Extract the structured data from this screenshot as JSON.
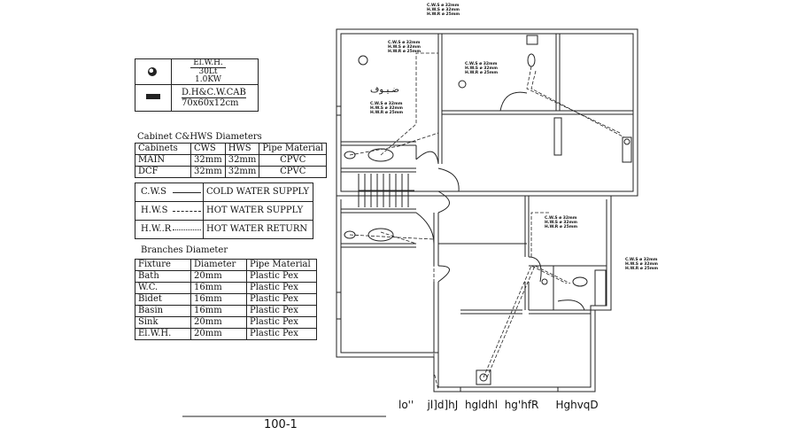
{
  "heater_legend": {
    "rows": [
      {
        "icon": "heater-symbol-icon",
        "lines": [
          "El.W.H.",
          "30Lt",
          "1.0KW"
        ]
      },
      {
        "icon": "cabinet-symbol-icon",
        "lines": [
          "D.H&C.W.CAB",
          "70x60x12cm"
        ]
      }
    ]
  },
  "cabinet_table": {
    "title": "Cabinet C&HWS Diameters",
    "headers": [
      "Cabinets",
      "CWS",
      "HWS",
      "Pipe Material"
    ],
    "rows": [
      [
        "MAIN",
        "32mm",
        "32mm",
        "CPVC"
      ],
      [
        "DCF",
        "32mm",
        "32mm",
        "CPVC"
      ]
    ]
  },
  "line_legend": {
    "rows": [
      {
        "code": "C.W.S",
        "label": "COLD WATER SUPPLY"
      },
      {
        "code": "H.W.S",
        "label": "HOT WATER SUPPLY"
      },
      {
        "code": "H.W..R",
        "label": "HOT WATER RETURN"
      }
    ]
  },
  "branches_table": {
    "title": "Branches Diameter",
    "headers": [
      "Fixture",
      "Diameter",
      "Pipe Material"
    ],
    "rows": [
      [
        "Bath",
        "20mm",
        "Plastic Pex"
      ],
      [
        "W.C.",
        "16mm",
        "Plastic Pex"
      ],
      [
        "Bidet",
        "16mm",
        "Plastic Pex"
      ],
      [
        "Basin",
        "16mm",
        "Plastic Pex"
      ],
      [
        "Sink",
        "20mm",
        "Plastic Pex"
      ],
      [
        "El.W.H.",
        "20mm",
        "Plastic Pex"
      ]
    ]
  },
  "plan": {
    "room_label": "ضـيـوف",
    "pipe_notes": [
      [
        "C.W.S  ø  32mm",
        "H.W.S  ø  32mm",
        "H.W.R  ø  25mm"
      ],
      [
        "C.W.S  ø  32mm",
        "H.W.S  ø  32mm",
        "H.W.R  ø  25mm"
      ],
      [
        "C.W.S  ø  32mm",
        "H.W.S  ø  32mm",
        "H.W.R  ø  25mm"
      ],
      [
        "C.W.S  ø  32mm",
        "H.W.S  ø  32mm",
        "H.W.R  ø  25mm"
      ],
      [
        "C.W.S  ø  32mm",
        "H.W.S  ø  32mm",
        "H.W.R  ø  25mm"
      ],
      [
        "C.W.S  ø  32mm",
        "H.W.S  ø  32mm",
        "H.W.R  ø  25mm"
      ]
    ]
  },
  "footer": {
    "caption": "lo''    jl]d]hJ  hgldhl  hg'hfR     HghvqD",
    "scale": "100-1"
  }
}
